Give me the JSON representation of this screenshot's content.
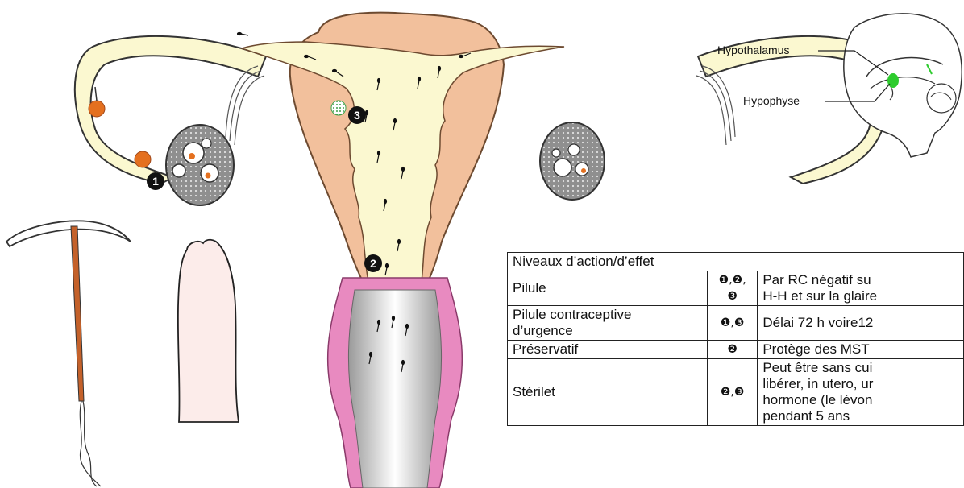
{
  "labels": {
    "hypothalamus": "Hypothalamus",
    "hypophyse": "Hypophyse"
  },
  "markers": {
    "m1": "❶",
    "m2": "❷",
    "m3": "❸"
  },
  "table": {
    "header": "Niveaux d’action/d’effet",
    "rows": [
      {
        "method": "Pilule",
        "levels_l1": "❶,❷,",
        "levels_l2": "❸",
        "effect_lines": [
          "Par RC négatif su",
          "H-H et sur la glaire"
        ]
      },
      {
        "method_l1": "Pilule contraceptive",
        "method_l2": "d’urgence",
        "levels": "❶,❸",
        "effect_lines": [
          "Délai 72 h voire12"
        ]
      },
      {
        "method": "Préservatif",
        "levels": "❷",
        "effect_lines": [
          "Protège des MST"
        ]
      },
      {
        "method": "Stérilet",
        "levels": "❷,❸",
        "effect_lines": [
          "Peut être sans cui",
          "libérer, in utero, ur",
          "hormone (le lévon",
          "pendant 5 ans"
        ]
      }
    ]
  },
  "colors": {
    "uterus_wall": "#f2c09c",
    "uterus_outline": "#6d4a30",
    "cavity": "#fbf8d0",
    "tube": "#fbf8d0",
    "ovary_fill": "#8a8a8a",
    "oocyte": "#e4701f",
    "vagina": "#e88ac0",
    "condom": "#fcecea",
    "iud_stem": "#c4612a",
    "hypophyse": "#2ecc2e"
  }
}
